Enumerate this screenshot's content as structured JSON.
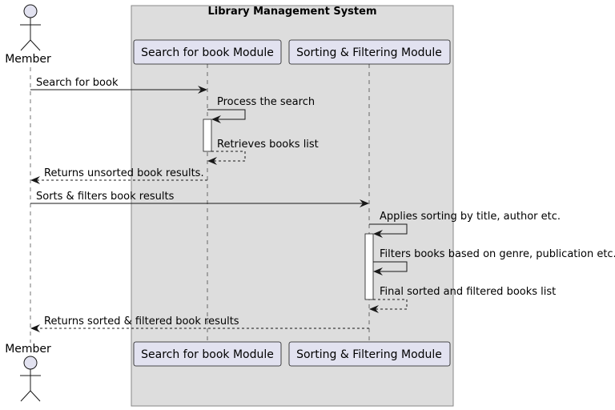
{
  "box": {
    "title": "Library Management System"
  },
  "participants": {
    "member": "Member",
    "search": "Search for book Module",
    "sorting": "Sorting & Filtering Module"
  },
  "messages": [
    "Search for book",
    "Process the search",
    "Retrieves books list",
    "Returns unsorted book results.",
    "Sorts & filters book results",
    "Applies sorting by title, author etc.",
    "Filters books based on genre, publication etc.",
    "Final sorted and filtered books list",
    "Returns sorted & filtered book results"
  ],
  "colors": {
    "box_fill": "#dddddd",
    "box_stroke": "#888888",
    "participant_fill": "#e2e2f0",
    "participant_stroke": "#181818",
    "lifeline": "#181818",
    "activation_fill": "#ffffff"
  }
}
